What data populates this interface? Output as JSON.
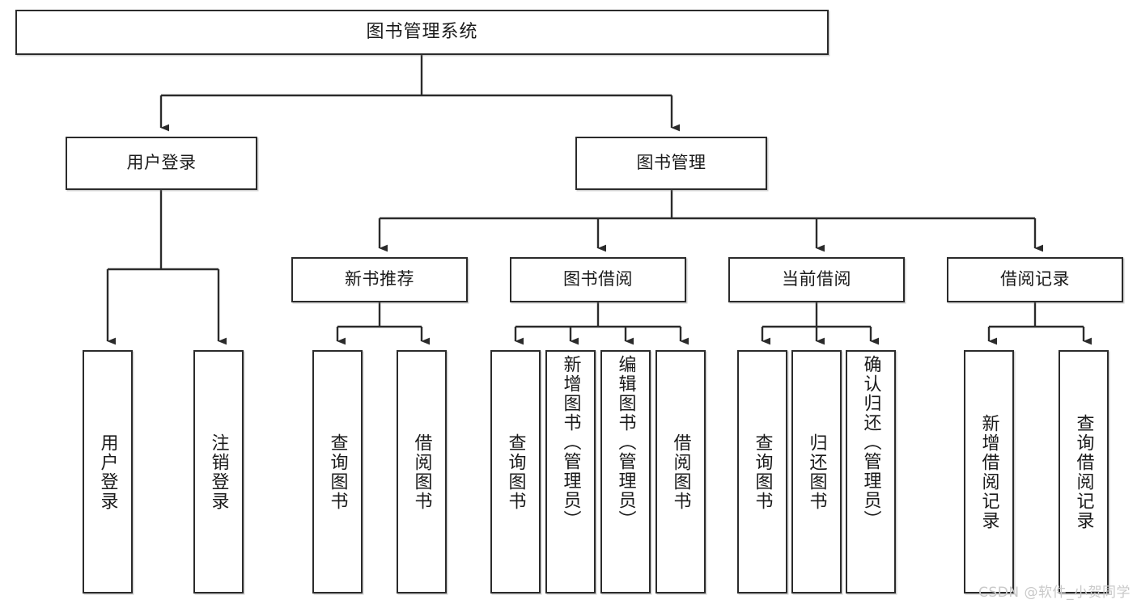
{
  "diagram": {
    "title": "图书管理系统",
    "watermark": "CSDN @软件_小贺同学",
    "stroke_color": "#2b2b2b",
    "fill_color": "#ffffff",
    "text_color": "#1a1a1a",
    "watermark_color": "#c9c9c9"
  },
  "nodes": {
    "root": {
      "label": "图书管理系统"
    },
    "level2": [
      {
        "id": "user-login",
        "label": "用户登录"
      },
      {
        "id": "book-manage",
        "label": "图书管理"
      }
    ],
    "level3": [
      {
        "id": "new-book-rec",
        "label": "新书推荐"
      },
      {
        "id": "book-borrow",
        "label": "图书借阅"
      },
      {
        "id": "current-borrow",
        "label": "当前借阅"
      },
      {
        "id": "borrow-record",
        "label": "借阅记录"
      }
    ],
    "leaves": {
      "user_login": [
        {
          "id": "leaf-user-login",
          "label": "用户登录"
        },
        {
          "id": "leaf-logout",
          "label": "注销登录"
        }
      ],
      "new_book_rec": [
        {
          "id": "leaf-query-book-1",
          "label": "查询图书"
        },
        {
          "id": "leaf-borrow-book-1",
          "label": "借阅图书"
        }
      ],
      "book_borrow": [
        {
          "id": "leaf-query-book-2",
          "label": "查询图书"
        },
        {
          "id": "leaf-add-book",
          "label": "新增图书（管理员）"
        },
        {
          "id": "leaf-edit-book",
          "label": "编辑图书（管理员）"
        },
        {
          "id": "leaf-borrow-book-2",
          "label": "借阅图书"
        }
      ],
      "current_borrow": [
        {
          "id": "leaf-query-book-3",
          "label": "查询图书"
        },
        {
          "id": "leaf-return-book",
          "label": "归还图书"
        },
        {
          "id": "leaf-confirm-return",
          "label": "确认归还（管理员）"
        }
      ],
      "borrow_record": [
        {
          "id": "leaf-add-record",
          "label": "新增借阅记录"
        },
        {
          "id": "leaf-query-record",
          "label": "查询借阅记录"
        }
      ]
    }
  }
}
